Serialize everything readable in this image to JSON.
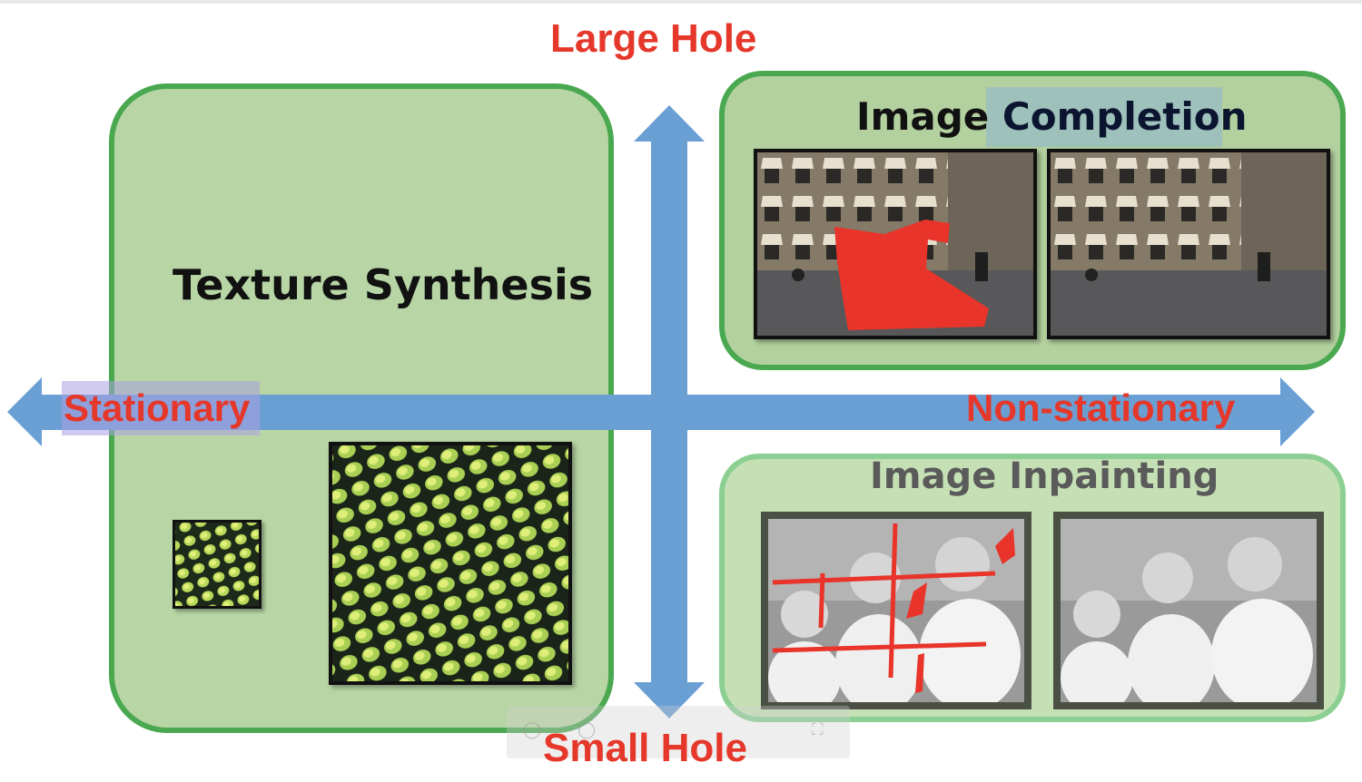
{
  "axes": {
    "top_label": "Large Hole",
    "bottom_label": "Small Hole",
    "left_label": "Stationary",
    "right_label": "Non-stationary"
  },
  "quadrants": {
    "texture_synthesis": {
      "title": "Texture Synthesis"
    },
    "image_completion": {
      "title_part1": "Image ",
      "title_part2": "Completion"
    },
    "image_inpainting": {
      "title": "Image Inpainting"
    }
  },
  "colors": {
    "arrow": "#6a9fd4",
    "box_border": "#4aa851",
    "box_fill": "#b8d6a5",
    "axis_text": "#e5372a",
    "hole_mask": "#e8342a"
  },
  "icons": {
    "zoom_out": "zoom-out-icon",
    "zoom_in": "zoom-in-icon",
    "fullscreen": "fullscreen-icon"
  }
}
